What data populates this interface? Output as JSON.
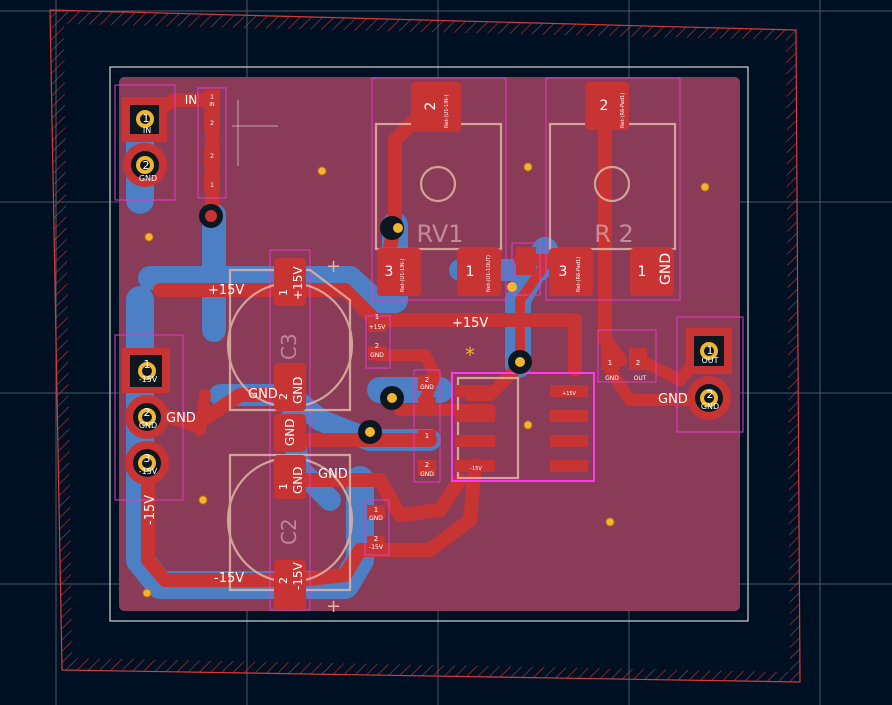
{
  "connectors": {
    "j_in": {
      "pin1": "1",
      "pin1_net": "IN",
      "pin2": "2",
      "pin2_net": "GND",
      "trace_label": "IN"
    },
    "j_pwr": {
      "pin1": "1",
      "pin1_net": "-15V",
      "pin2": "2",
      "pin2_net": "GND",
      "pin3": "3",
      "pin3_net": "-15V"
    },
    "j_out": {
      "pin1": "1",
      "pin1_net": "OUT",
      "pin2": "2",
      "pin2_net": "GND"
    }
  },
  "nets": {
    "plus15_top": "+15V",
    "plus15_mid": "+15V",
    "gnd_left": "GND",
    "gnd_cap": "GND",
    "gnd_c2": "GND",
    "minus15_left": "-15V",
    "minus15_bottom": "-15V",
    "gnd_out": "GND"
  },
  "components": {
    "rv1": {
      "ref": "RV1",
      "pad1": "3",
      "pad2": "2",
      "pad3": "1",
      "pad1_net": "Net-(U1-1IN-)",
      "pad2_net": "Net-(U1-1IN-)",
      "pad3_net": "Net-(U1-1OUT)"
    },
    "r2": {
      "ref": "R 2",
      "pad1": "3",
      "pad2": "2",
      "pad3": "1",
      "pad3_net": "GND",
      "pad1_net": "Net-(R6-Pad1)",
      "pad2_net": "Net-(R6-Pad1)"
    },
    "c3": {
      "ref": "C3",
      "pad1": "1",
      "pad1_net": "+15V",
      "pad2": "2",
      "pad2_net": "GND",
      "plus": "+"
    },
    "c2": {
      "ref": "C2",
      "pad1": "1",
      "pad1_net": "GND",
      "pad2": "2",
      "pad2_net": "-15V",
      "plus": "+"
    },
    "u1": {
      "pin_marker": "*"
    }
  },
  "small_pads": {
    "r1_a": "1",
    "r1_b": "2",
    "r1_net": "IN",
    "r3_a": "2",
    "r3_b": "1",
    "c1_a": "1",
    "c1_b": "2",
    "c1_net_a": "+15V",
    "c1_net_b": "GND",
    "c4_a": "1",
    "c4_b": "2",
    "c4_net_a": "GND",
    "c4_net_b": "-15V",
    "r4_a": "2",
    "r4_net": "GND",
    "r5_a": "1",
    "r5_b": "2",
    "r5_net": "GND",
    "r6_a": "1",
    "r6_b": "2",
    "r6_net_a": "GND",
    "r6_net_b": "OUT",
    "u1_right_top": "+15V",
    "u1_right_bot": "-15V"
  },
  "colors": {
    "background": "#001023",
    "board_fill": "#8a3b58",
    "copper_front": "#c83434",
    "copper_back": "#4d7fc4",
    "edge_cuts": "#d0d2cd",
    "courtyard": "#e23bc2",
    "silk": "#f2eda1",
    "keepout_hatch": "#d83a3a",
    "grid": "#8a8f99"
  }
}
